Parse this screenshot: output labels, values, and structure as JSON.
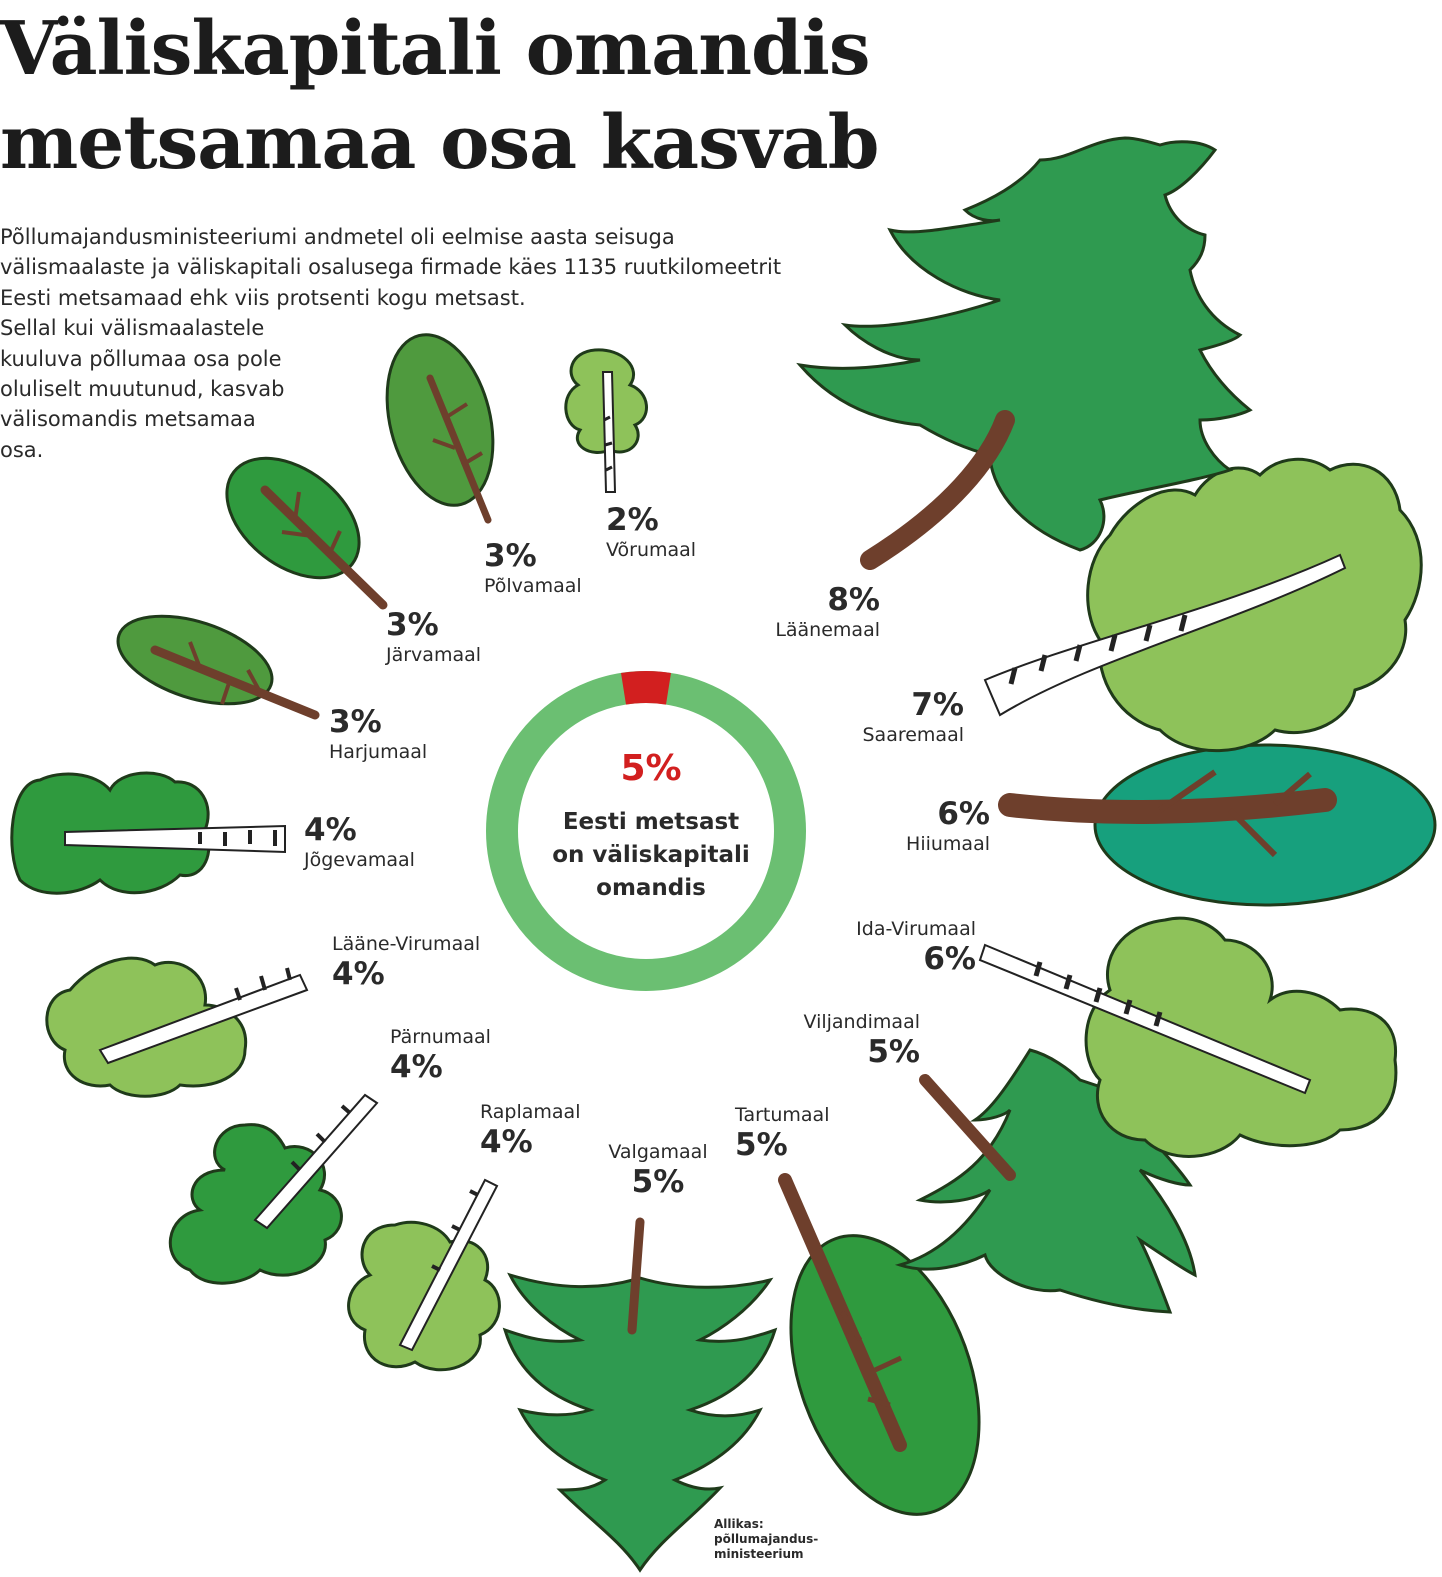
{
  "title": [
    "Väliskapitali omandis",
    "metsamaa osa kasvab"
  ],
  "intro": [
    "Põllumajandusministeeriumi andmetel oli eelmise aasta seisuga",
    "välismaalaste ja väliskapitali osalusega firmade käes 1135 ruutkilomeetrit",
    "Eesti metsamaad ehk viis protsenti kogu metsast.",
    "Sellal kui välismaalastele",
    "kuuluva põllumaa osa pole",
    "oluliselt muutunud, kasvab",
    "välisomandis metsamaa",
    "osa."
  ],
  "source": [
    "Allikas:",
    "põllumajandus-",
    "ministeerium"
  ],
  "colors": {
    "ring": "#6bbf72",
    "highlight": "#d21f1f",
    "trunk": "#7a4a35"
  },
  "chart_data": {
    "type": "pie",
    "center": {
      "value": 5,
      "value_label": "5%",
      "caption": [
        "Eesti metsast",
        "on väliskapitali",
        "omandis"
      ]
    },
    "counties": [
      {
        "name": "Võrumaal",
        "value": 2,
        "label": "2%"
      },
      {
        "name": "Põlvamaal",
        "value": 3,
        "label": "3%"
      },
      {
        "name": "Järvamaal",
        "value": 3,
        "label": "3%"
      },
      {
        "name": "Harjumaal",
        "value": 3,
        "label": "3%"
      },
      {
        "name": "Jõgevamaal",
        "value": 4,
        "label": "4%"
      },
      {
        "name": "Lääne-Virumaal",
        "value": 4,
        "label": "4%"
      },
      {
        "name": "Pärnumaal",
        "value": 4,
        "label": "4%"
      },
      {
        "name": "Raplamaal",
        "value": 4,
        "label": "4%"
      },
      {
        "name": "Valgamaal",
        "value": 5,
        "label": "5%"
      },
      {
        "name": "Tartumaal",
        "value": 5,
        "label": "5%"
      },
      {
        "name": "Viljandimaal",
        "value": 5,
        "label": "5%"
      },
      {
        "name": "Ida-Virumaal",
        "value": 6,
        "label": "6%"
      },
      {
        "name": "Hiiumaal",
        "value": 6,
        "label": "6%"
      },
      {
        "name": "Saaremaal",
        "value": 7,
        "label": "7%"
      },
      {
        "name": "Läänemaal",
        "value": 8,
        "label": "8%"
      }
    ]
  }
}
